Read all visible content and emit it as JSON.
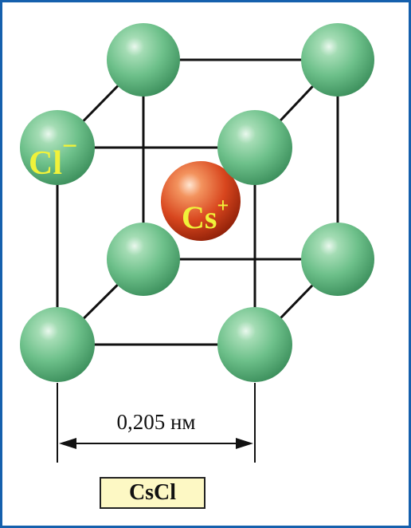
{
  "anion_label": {
    "symbol": "Cl",
    "charge": "−",
    "color": "#f0f23a"
  },
  "cation_label": {
    "symbol": "Cs",
    "charge": "+",
    "color": "#f0f23a"
  },
  "dimension": {
    "text": "0,205 нм"
  },
  "formula": {
    "text": "CsCl"
  },
  "colors": {
    "frame_border": "#1560ad",
    "anion_sphere": "#6dc08a",
    "cation_sphere": "#d8461e",
    "formula_box_bg": "#fdf8c4"
  }
}
